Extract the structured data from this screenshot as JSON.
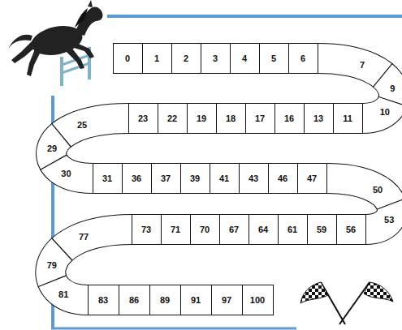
{
  "diagram": {
    "nodes": [
      {
        "text": [
          "0"
        ]
      },
      {
        "text": [
          "1"
        ]
      },
      {
        "text": [
          "2"
        ]
      },
      {
        "text": [
          "3"
        ]
      },
      {
        "text": [
          "4"
        ]
      },
      {
        "text": [
          "5"
        ]
      },
      {
        "text": [
          "6"
        ]
      },
      {
        "text": [
          "7"
        ]
      },
      {
        "text": [
          "9"
        ]
      },
      {
        "text": [
          "10"
        ]
      },
      {
        "text": [
          "11"
        ]
      },
      {
        "text": [
          "13"
        ]
      },
      {
        "text": [
          "16"
        ]
      },
      {
        "text": [
          "17"
        ]
      },
      {
        "text": [
          "18"
        ]
      },
      {
        "text": [
          "19"
        ]
      },
      {
        "text": [
          "22"
        ]
      },
      {
        "text": [
          "23"
        ]
      },
      {
        "text": [
          "25"
        ]
      },
      {
        "text": [
          "29"
        ]
      },
      {
        "text": [
          "30"
        ]
      },
      {
        "text": [
          "31"
        ]
      },
      {
        "text": [
          "36"
        ]
      },
      {
        "text": [
          "37"
        ]
      },
      {
        "text": [
          "39"
        ]
      },
      {
        "text": [
          "41"
        ]
      },
      {
        "text": [
          "43"
        ]
      },
      {
        "text": [
          "46"
        ]
      },
      {
        "text": [
          "47"
        ]
      },
      {
        "text": [
          "50"
        ]
      },
      {
        "text": [
          "53"
        ]
      },
      {
        "text": [
          "56"
        ]
      },
      {
        "text": [
          "59"
        ]
      },
      {
        "text": [
          "61"
        ]
      },
      {
        "text": [
          "64"
        ]
      },
      {
        "text": [
          "67"
        ]
      },
      {
        "text": [
          "70"
        ]
      },
      {
        "text": [
          "71"
        ]
      },
      {
        "text": [
          "73"
        ]
      },
      {
        "text": [
          "77"
        ]
      },
      {
        "text": [
          "79"
        ]
      },
      {
        "text": [
          "81"
        ]
      },
      {
        "text": [
          "83"
        ]
      },
      {
        "text": [
          "86"
        ]
      },
      {
        "text": [
          "89"
        ]
      },
      {
        "text": [
          "91"
        ]
      },
      {
        "text": [
          "97"
        ]
      },
      {
        "text": [
          "100"
        ]
      }
    ]
  }
}
